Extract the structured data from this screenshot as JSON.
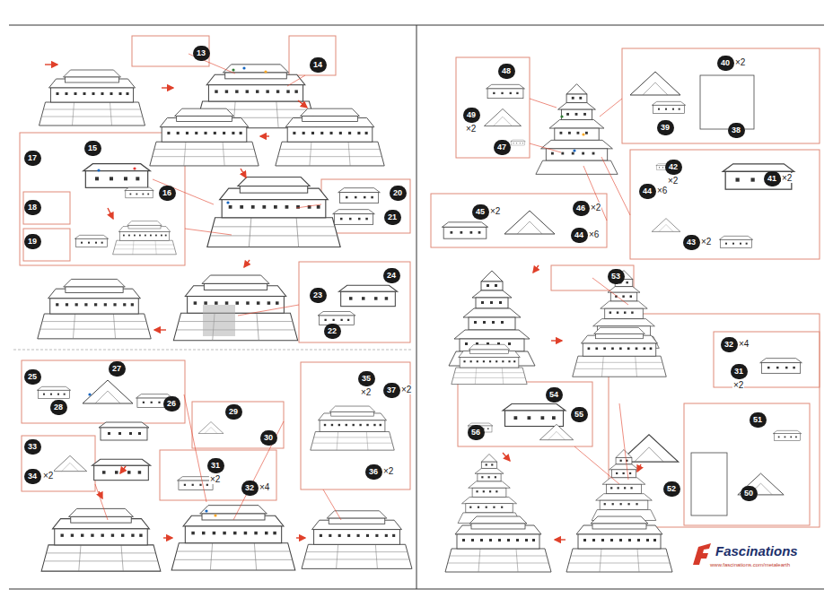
{
  "diagram": {
    "nodes": [
      {
        "text": [
          "13"
        ]
      },
      {
        "text": [
          "14"
        ]
      },
      {
        "text": [
          "15"
        ]
      },
      {
        "text": [
          "17"
        ]
      },
      {
        "text": [
          "16"
        ]
      },
      {
        "text": [
          "18"
        ]
      },
      {
        "text": [
          "19"
        ]
      },
      {
        "text": [
          "20"
        ]
      },
      {
        "text": [
          "21"
        ]
      },
      {
        "text": [
          "24"
        ]
      },
      {
        "text": [
          "23"
        ]
      },
      {
        "text": [
          "22"
        ]
      },
      {
        "text": [
          "25"
        ]
      },
      {
        "text": [
          "27"
        ]
      },
      {
        "text": [
          "26"
        ]
      },
      {
        "text": [
          "28"
        ]
      },
      {
        "text": [
          "29"
        ]
      },
      {
        "text": [
          "30"
        ]
      },
      {
        "text": [
          "33"
        ]
      },
      {
        "text": [
          "34"
        ]
      },
      {
        "text": [
          "31"
        ]
      },
      {
        "text": [
          "32"
        ]
      },
      {
        "text": [
          "35"
        ]
      },
      {
        "text": [
          "37"
        ]
      },
      {
        "text": [
          "36"
        ]
      },
      {
        "text": [
          "48"
        ]
      },
      {
        "text": [
          "49"
        ]
      },
      {
        "text": [
          "47"
        ]
      },
      {
        "text": [
          "40"
        ]
      },
      {
        "text": [
          "38"
        ]
      },
      {
        "text": [
          "39"
        ]
      },
      {
        "text": [
          "42"
        ]
      },
      {
        "text": [
          "41"
        ]
      },
      {
        "text": [
          "44"
        ]
      },
      {
        "text": [
          "43"
        ]
      },
      {
        "text": [
          "45"
        ]
      },
      {
        "text": [
          "46"
        ]
      },
      {
        "text": [
          "44"
        ]
      },
      {
        "text": [
          "53"
        ]
      },
      {
        "text": [
          "54"
        ]
      },
      {
        "text": [
          "55"
        ]
      },
      {
        "text": [
          "56"
        ]
      },
      {
        "text": [
          "32"
        ]
      },
      {
        "text": [
          "31"
        ]
      },
      {
        "text": [
          "51"
        ]
      },
      {
        "text": [
          "52"
        ]
      },
      {
        "text": [
          "50"
        ]
      }
    ],
    "labels": [
      "×2",
      "×2",
      "×4",
      "×2",
      "×2",
      "×2",
      "×2",
      "×2",
      "×2",
      "×2",
      "×6",
      "×2",
      "×2",
      "×2",
      "×6",
      "×4",
      "×2",
      "Fascinations",
      "www.fascinations.com/metalearth"
    ]
  }
}
